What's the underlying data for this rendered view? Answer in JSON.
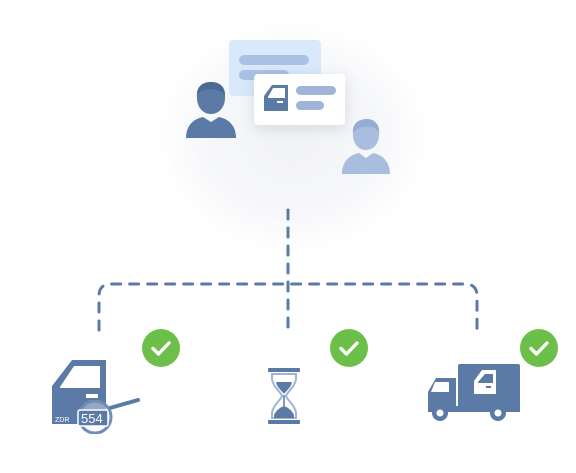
{
  "colors": {
    "primary": "#5b7aa6",
    "secondary": "#9fb4d6",
    "light": "#a9c2e4",
    "card_back": "#d9e9fb",
    "check": "#6cc04a"
  },
  "icons": {
    "person_primary": "person-icon",
    "person_secondary": "person-icon",
    "document": "car-door-icon",
    "inspection": "car-door-magnifier-icon",
    "waiting": "hourglass-icon",
    "delivery": "delivery-truck-icon",
    "status": "checkmark-icon"
  },
  "plate": {
    "prefix": "ZDR",
    "number": "554"
  },
  "steps": [
    {
      "icon": "car-door-magnifier-icon",
      "status": "done"
    },
    {
      "icon": "hourglass-icon",
      "status": "done"
    },
    {
      "icon": "delivery-truck-icon",
      "status": "done"
    }
  ]
}
